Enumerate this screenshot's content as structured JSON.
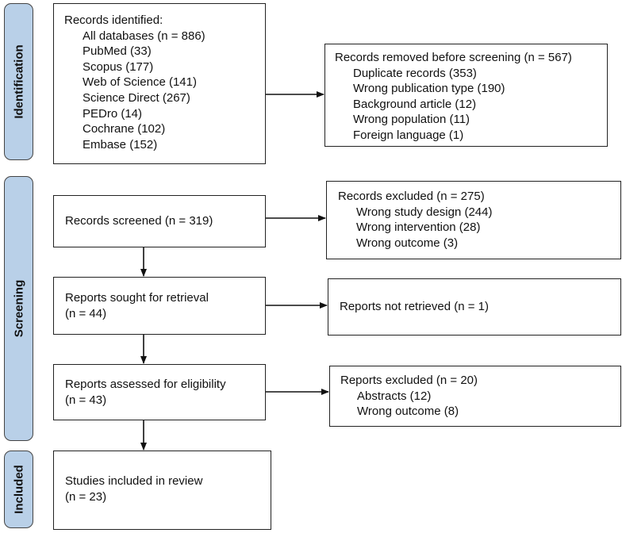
{
  "phases": {
    "identification": "Identification",
    "screening": "Screening",
    "included": "Included"
  },
  "identified": {
    "title": "Records identified:",
    "items": [
      "All databases (n = 886)",
      "PubMed (33)",
      "Scopus (177)",
      "Web of Science (141)",
      "Science Direct (267)",
      "PEDro (14)",
      "Cochrane (102)",
      "Embase (152)"
    ]
  },
  "removed": {
    "title": "Records removed before screening (n = 567)",
    "items": [
      "Duplicate records (353)",
      "Wrong publication type (190)",
      "Background article (12)",
      "Wrong population (11)",
      "Foreign language (1)"
    ]
  },
  "screened": {
    "text": "Records screened (n = 319)"
  },
  "excluded": {
    "title": "Records excluded (n = 275)",
    "items": [
      "Wrong study design (244)",
      "Wrong intervention (28)",
      "Wrong outcome (3)"
    ]
  },
  "sought": {
    "line1": "Reports sought for retrieval",
    "line2": "(n = 44)"
  },
  "not_retrieved": {
    "text": "Reports not retrieved (n = 1)"
  },
  "assessed": {
    "line1": "Reports assessed for eligibility",
    "line2": "(n = 43)"
  },
  "reports_excluded": {
    "title": "Reports excluded (n = 20)",
    "items": [
      "Abstracts (12)",
      "Wrong outcome (8)"
    ]
  },
  "included": {
    "line1": "Studies included in review",
    "line2": "(n = 23)"
  }
}
